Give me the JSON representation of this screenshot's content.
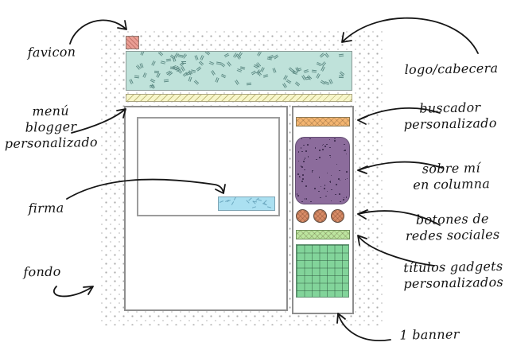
{
  "diagram": {
    "type": "hand-drawn blog layout wireframe",
    "annotations": {
      "favicon": {
        "label": "favicon"
      },
      "logo_header": {
        "label": "logo/cabecera"
      },
      "menu": {
        "lines": [
          "menú",
          "blogger",
          "personalizado"
        ]
      },
      "firma": {
        "label": "firma"
      },
      "fondo": {
        "label": "fondo"
      },
      "buscador": {
        "lines": [
          "buscador",
          "personalizado"
        ]
      },
      "sobre_mi": {
        "lines": [
          "sobre mí",
          "en columna"
        ]
      },
      "botones": {
        "lines": [
          "botones de",
          "redes sociales"
        ]
      },
      "titulos_gadgets": {
        "lines": [
          "títulos gadgets",
          "personalizados"
        ]
      },
      "banner": {
        "label": "1 banner"
      }
    },
    "elements": {
      "favicon_box": {
        "color": "#ea9e94"
      },
      "header_box": {
        "color": "#bfe2da",
        "texture": "confetti",
        "texture_color": "#5d8a84"
      },
      "menu_bar": {
        "color": "#f7f6ca"
      },
      "main_content_box": {
        "color": "#ffffff"
      },
      "post_box": {
        "color": "#ffffff"
      },
      "signature_box": {
        "color": "#abe0f1",
        "texture": "scribble",
        "texture_color": "#5f9cb5"
      },
      "sidebar_box": {
        "color": "#ffffff"
      },
      "search_bar": {
        "color": "#f3b571"
      },
      "about_box": {
        "color": "#8c6c9c",
        "texture": "speckle",
        "texture_color": "#3d2b4e"
      },
      "social_buttons": {
        "color": "#d98d68",
        "count": 3
      },
      "gadget_title_bar": {
        "color": "#bce59f"
      },
      "banner_box": {
        "color": "#82d49a"
      },
      "background": {
        "pattern": "dotted"
      }
    }
  }
}
